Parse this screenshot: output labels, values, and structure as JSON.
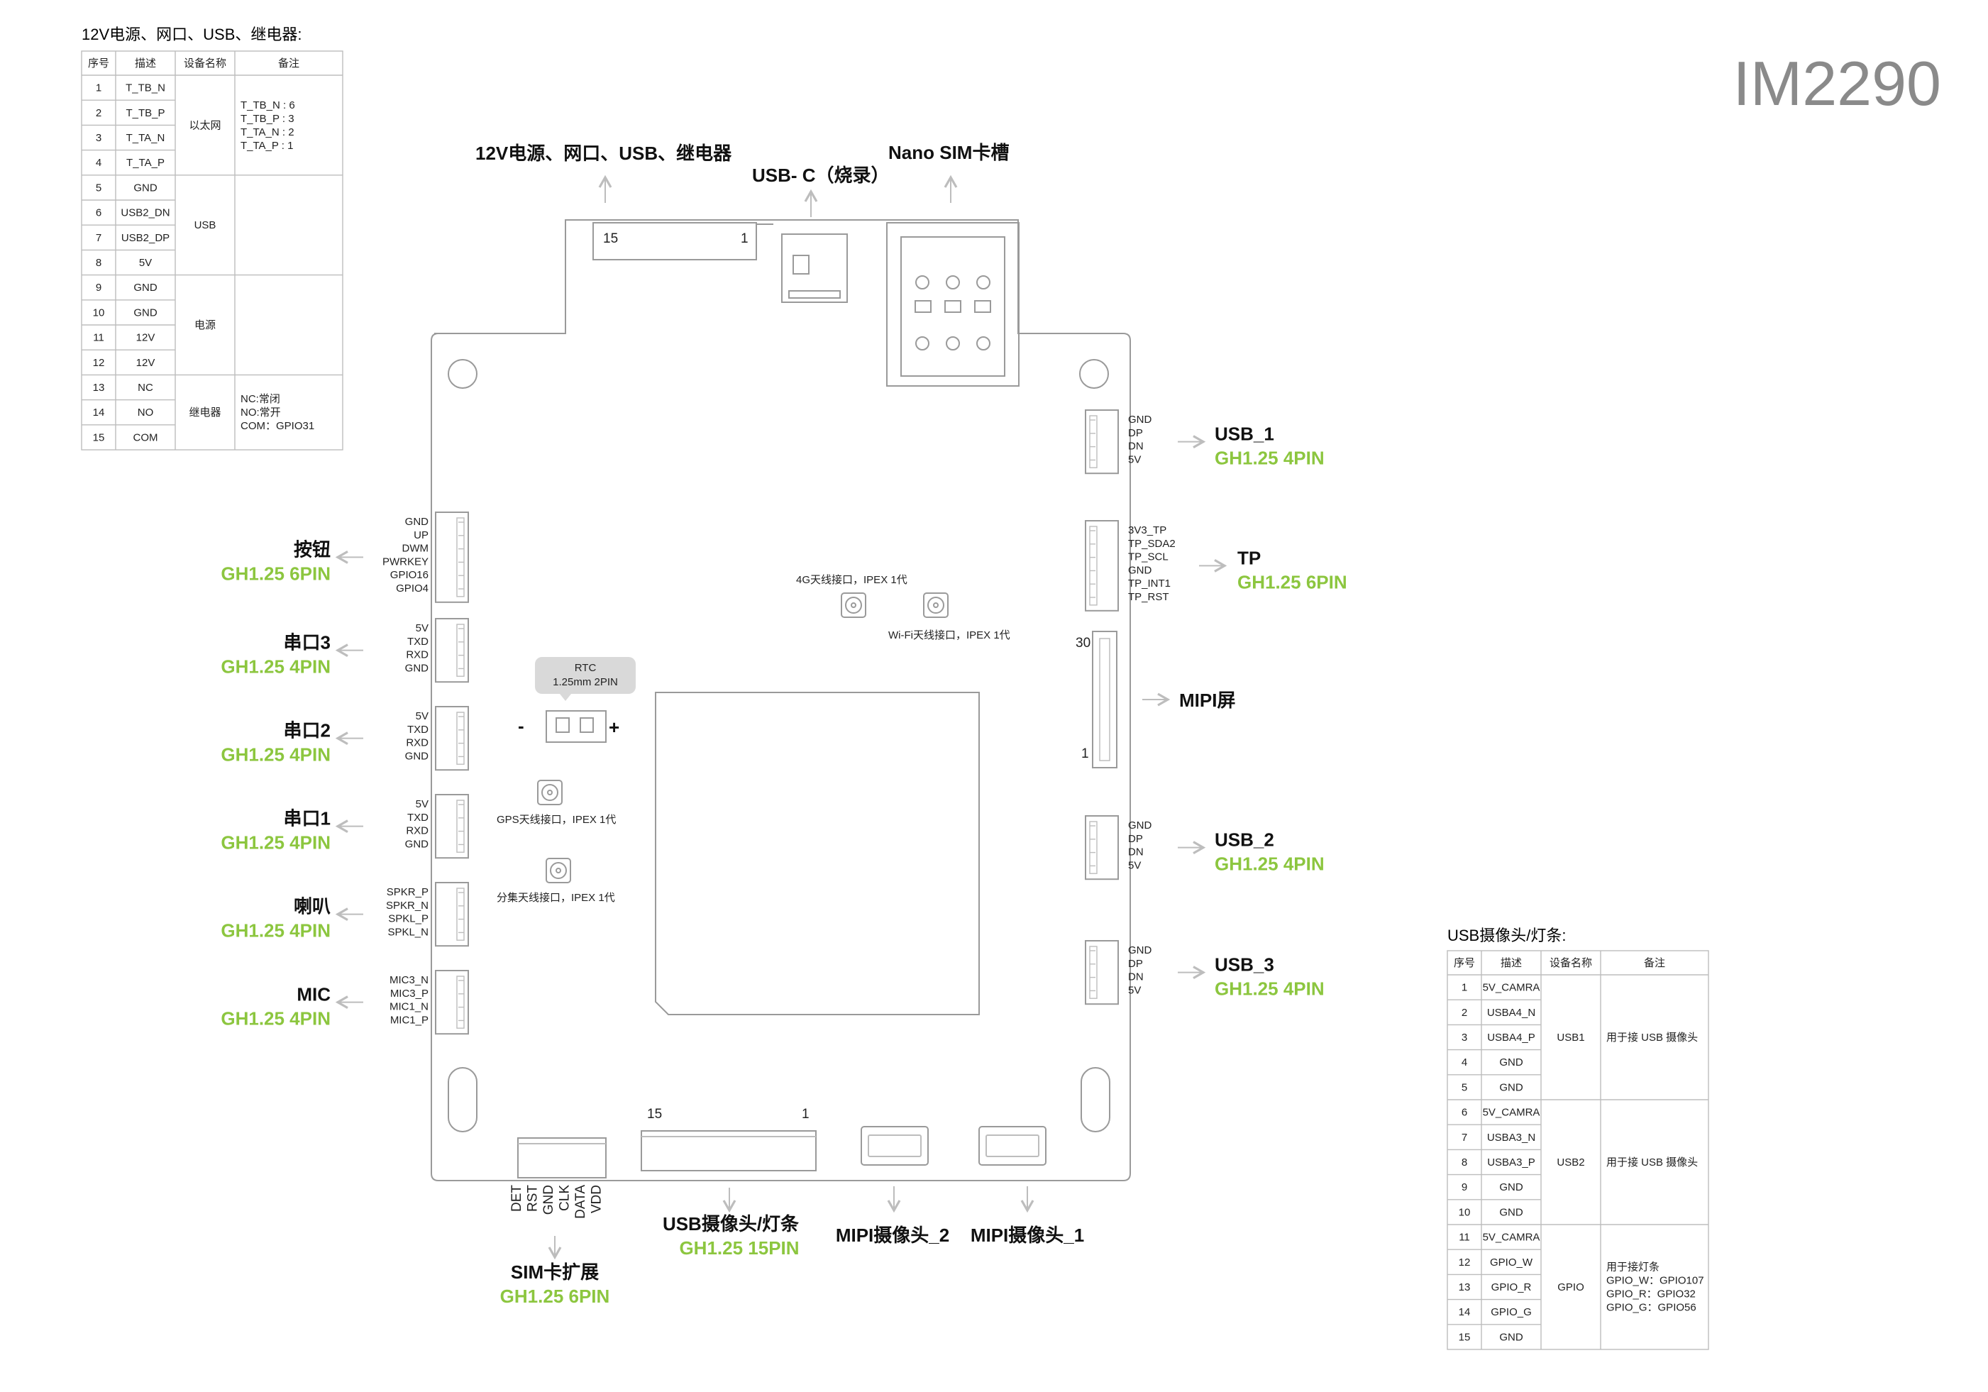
{
  "title": "IM2290",
  "colors": {
    "accent_green": "#8cc63f",
    "board_line": "#9a9a9a",
    "arrow": "#bdbdbd"
  },
  "table1": {
    "title": "12V电源、网口、USB、继电器:",
    "headers": [
      "序号",
      "描述",
      "设备名称",
      "备注"
    ],
    "rows": [
      [
        "1",
        "T_TB_N"
      ],
      [
        "2",
        "T_TB_P"
      ],
      [
        "3",
        "T_TA_N"
      ],
      [
        "4",
        "T_TA_P"
      ],
      [
        "5",
        "GND"
      ],
      [
        "6",
        "USB2_DN"
      ],
      [
        "7",
        "USB2_DP"
      ],
      [
        "8",
        "5V"
      ],
      [
        "9",
        "GND"
      ],
      [
        "10",
        "GND"
      ],
      [
        "11",
        "12V"
      ],
      [
        "12",
        "12V"
      ],
      [
        "13",
        "NC"
      ],
      [
        "14",
        "NO"
      ],
      [
        "15",
        "COM"
      ]
    ],
    "groups": [
      {
        "device": "以太网",
        "notes": [
          "T_TB_N : 6",
          "T_TB_P : 3",
          "T_TA_N : 2",
          "T_TA_P : 1"
        ]
      },
      {
        "device": "USB",
        "notes": []
      },
      {
        "device": "电源",
        "notes": []
      },
      {
        "device": "继电器",
        "notes": [
          "NC:常闭",
          "NO:常开",
          "COM：GPIO31"
        ]
      }
    ]
  },
  "table2": {
    "title": "USB摄像头/灯条:",
    "headers": [
      "序号",
      "描述",
      "设备名称",
      "备注"
    ],
    "rows": [
      [
        "1",
        "5V_CAMRA"
      ],
      [
        "2",
        "USBA4_N"
      ],
      [
        "3",
        "USBA4_P"
      ],
      [
        "4",
        "GND"
      ],
      [
        "5",
        "GND"
      ],
      [
        "6",
        "5V_CAMRA"
      ],
      [
        "7",
        "USBA3_N"
      ],
      [
        "8",
        "USBA3_P"
      ],
      [
        "9",
        "GND"
      ],
      [
        "10",
        "GND"
      ],
      [
        "11",
        "5V_CAMRA"
      ],
      [
        "12",
        "GPIO_W"
      ],
      [
        "13",
        "GPIO_R"
      ],
      [
        "14",
        "GPIO_G"
      ],
      [
        "15",
        "GND"
      ]
    ],
    "groups": [
      {
        "device": "USB1",
        "notes": [
          "用于接 USB 摄像头"
        ]
      },
      {
        "device": "USB2",
        "notes": [
          "用于接 USB 摄像头"
        ]
      },
      {
        "device": "GPIO",
        "notes": [
          "用于接灯条",
          "GPIO_W：GPIO107",
          "GPIO_R：GPIO32",
          "GPIO_G：GPIO56"
        ]
      }
    ]
  },
  "top": {
    "power_title": "12V电源、网口、USB、继电器",
    "power_pin_left": "15",
    "power_pin_right": "1",
    "usbc_title": "USB- C（烧录）",
    "sim_title": "Nano SIM卡槽"
  },
  "left_connectors": [
    {
      "title": "按钮",
      "spec": "GH1.25 6PIN",
      "pins": [
        "GND",
        "UP",
        "DWM",
        "PWRKEY",
        "GPIO16",
        "GPIO4"
      ]
    },
    {
      "title": "串口3",
      "spec": "GH1.25 4PIN",
      "pins": [
        "5V",
        "TXD",
        "RXD",
        "GND"
      ]
    },
    {
      "title": "串口2",
      "spec": "GH1.25 4PIN",
      "pins": [
        "5V",
        "TXD",
        "RXD",
        "GND"
      ]
    },
    {
      "title": "串口1",
      "spec": "GH1.25 4PIN",
      "pins": [
        "5V",
        "TXD",
        "RXD",
        "GND"
      ]
    },
    {
      "title": "喇叭",
      "spec": "GH1.25 4PIN",
      "pins": [
        "SPKR_P",
        "SPKR_N",
        "SPKL_P",
        "SPKL_N"
      ]
    },
    {
      "title": "MIC",
      "spec": "GH1.25 4PIN",
      "pins": [
        "MIC3_N",
        "MIC3_P",
        "MIC1_N",
        "MIC1_P"
      ]
    }
  ],
  "right_connectors": [
    {
      "title": "USB_1",
      "spec": "GH1.25 4PIN",
      "pins": [
        "GND",
        "DP",
        "DN",
        "5V"
      ]
    },
    {
      "title": "TP",
      "spec": "GH1.25 6PIN",
      "pins": [
        "3V3_TP",
        "TP_SDA2",
        "TP_SCL",
        "GND",
        "TP_INT1",
        "TP_RST"
      ]
    },
    {
      "title": "USB_2",
      "spec": "GH1.25 4PIN",
      "pins": [
        "GND",
        "DP",
        "DN",
        "5V"
      ]
    },
    {
      "title": "USB_3",
      "spec": "GH1.25 4PIN",
      "pins": [
        "GND",
        "DP",
        "DN",
        "5V"
      ]
    }
  ],
  "mipi_screen": {
    "title": "MIPI屏",
    "pin_top": "30",
    "pin_bottom": "1"
  },
  "antennas": {
    "4g": "4G天线接口，IPEX 1代",
    "wifi": "Wi-Fi天线接口，IPEX 1代",
    "gps": "GPS天线接口，IPEX 1代",
    "diversity": "分集天线接口，IPEX 1代"
  },
  "rtc": {
    "title": "RTC",
    "spec": "1.25mm 2PIN",
    "minus": "-",
    "plus": "+"
  },
  "bottom": {
    "sim_pins": [
      "DET",
      "RST",
      "GND",
      "CLK",
      "DATA",
      "VDD"
    ],
    "sim_title": "SIM卡扩展",
    "sim_spec": "GH1.25 6PIN",
    "cam_pin_left": "15",
    "cam_pin_right": "1",
    "cam_title": "USB摄像头/灯条",
    "cam_spec": "GH1.25 15PIN",
    "mipi_cam2": "MIPI摄像头_2",
    "mipi_cam1": "MIPI摄像头_1"
  }
}
